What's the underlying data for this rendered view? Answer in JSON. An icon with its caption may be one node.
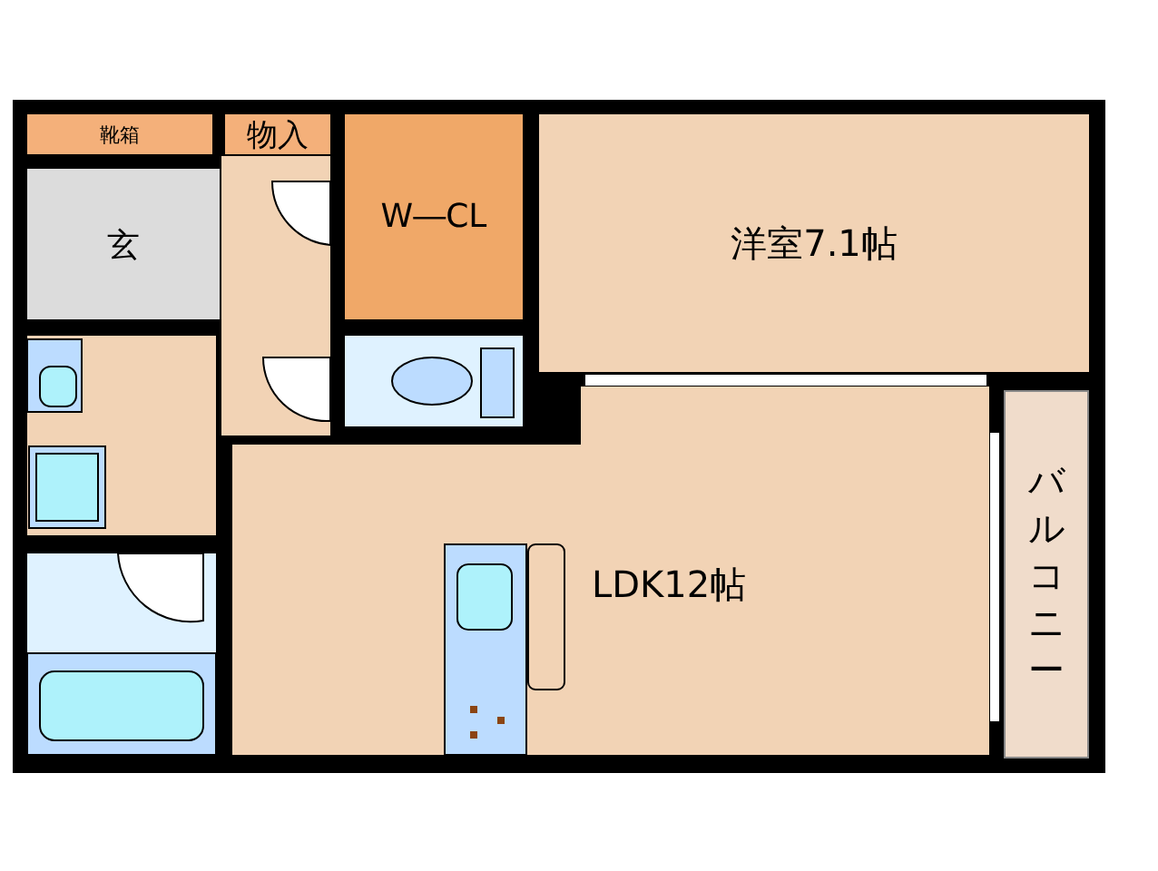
{
  "diagram": {
    "nodes": [
      {
        "text": [
          "靴箱"
        ]
      },
      {
        "text": [
          "物入"
        ]
      },
      {
        "text": [
          "玄"
        ]
      },
      {
        "text": [
          "W―CL"
        ]
      },
      {
        "text": [
          "洋室7.1帖"
        ]
      },
      {
        "text": [
          "LDK12帖"
        ]
      },
      {
        "text": [
          "バルコニー"
        ]
      }
    ],
    "edges": []
  }
}
